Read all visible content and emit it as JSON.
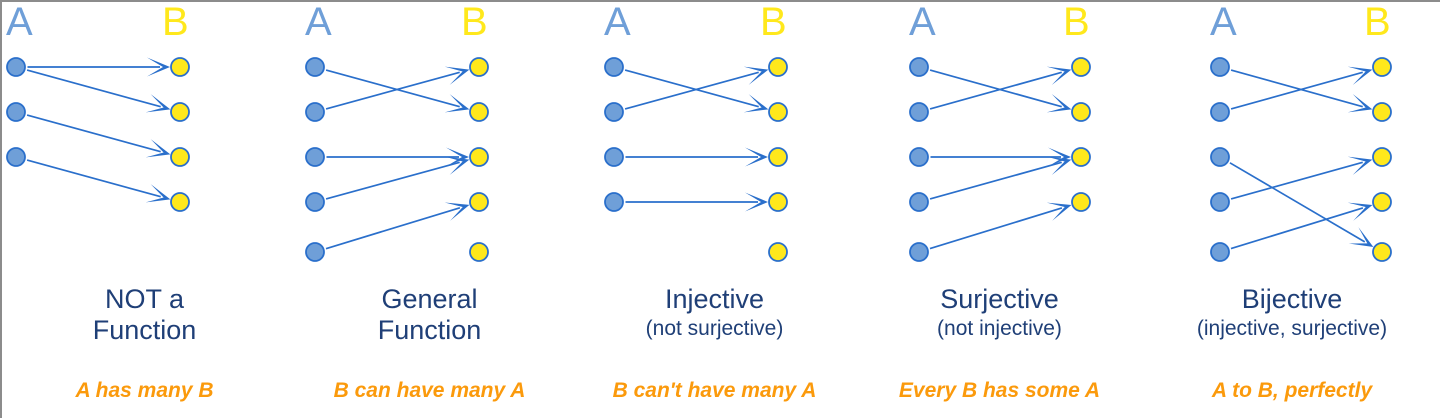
{
  "figure": {
    "background": "#ffffff",
    "border_color": "#8c8c8c"
  },
  "colors": {
    "set_a_label": "#6f9fd8",
    "set_b_label": "#ffe81c",
    "node_a_fill": "#6f9fd8",
    "node_a_stroke": "#2a6fcb",
    "node_b_fill": "#ffe81c",
    "node_b_stroke": "#2a6fcb",
    "arrow": "#2a6fcb",
    "title_text": "#1f3f77",
    "caption_text": "#fb9a0c"
  },
  "set_labels": {
    "a": "A",
    "b": "B"
  },
  "panels": [
    {
      "id": "not-a-function",
      "title_main": "NOT a\nFunction",
      "title_sub": "",
      "caption": "A has many B",
      "a_nodes": [
        1,
        2,
        3
      ],
      "b_nodes": [
        1,
        2,
        3,
        4
      ],
      "edges": [
        {
          "from": 1,
          "to": 1
        },
        {
          "from": 1,
          "to": 2
        },
        {
          "from": 2,
          "to": 3
        },
        {
          "from": 3,
          "to": 4
        }
      ]
    },
    {
      "id": "general-function",
      "title_main": "General\nFunction",
      "title_sub": "",
      "caption": "B can have many A",
      "a_nodes": [
        1,
        2,
        3,
        4,
        5
      ],
      "b_nodes": [
        1,
        2,
        3,
        4,
        5
      ],
      "edges": [
        {
          "from": 1,
          "to": 2
        },
        {
          "from": 2,
          "to": 1
        },
        {
          "from": 3,
          "to": 3
        },
        {
          "from": 4,
          "to": 3
        },
        {
          "from": 5,
          "to": 4
        }
      ]
    },
    {
      "id": "injective",
      "title_main": "Injective",
      "title_sub": "(not surjective)",
      "caption": "B can't have many A",
      "a_nodes": [
        1,
        2,
        3,
        4
      ],
      "b_nodes": [
        1,
        2,
        3,
        4,
        5
      ],
      "edges": [
        {
          "from": 1,
          "to": 2
        },
        {
          "from": 2,
          "to": 1
        },
        {
          "from": 3,
          "to": 3
        },
        {
          "from": 4,
          "to": 4
        }
      ]
    },
    {
      "id": "surjective",
      "title_main": "Surjective",
      "title_sub": "(not injective)",
      "caption": "Every B has some A",
      "a_nodes": [
        1,
        2,
        3,
        4,
        5
      ],
      "b_nodes": [
        1,
        2,
        3,
        4
      ],
      "edges": [
        {
          "from": 1,
          "to": 2
        },
        {
          "from": 2,
          "to": 1
        },
        {
          "from": 3,
          "to": 3
        },
        {
          "from": 4,
          "to": 3
        },
        {
          "from": 5,
          "to": 4
        }
      ]
    },
    {
      "id": "bijective",
      "title_main": "Bijective",
      "title_sub": "(injective, surjective)",
      "caption": "A to B, perfectly",
      "a_nodes": [
        1,
        2,
        3,
        4,
        5
      ],
      "b_nodes": [
        1,
        2,
        3,
        4,
        5
      ],
      "edges": [
        {
          "from": 1,
          "to": 2
        },
        {
          "from": 2,
          "to": 1
        },
        {
          "from": 3,
          "to": 5
        },
        {
          "from": 4,
          "to": 3
        },
        {
          "from": 5,
          "to": 4
        }
      ]
    }
  ]
}
